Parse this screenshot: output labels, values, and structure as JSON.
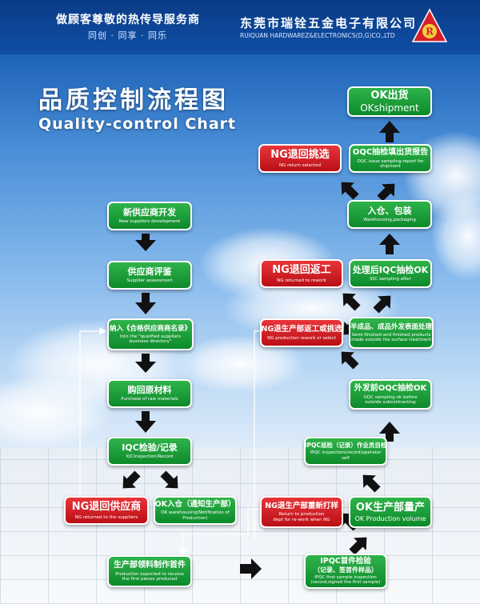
{
  "header": {
    "slogan_main": "做顾客尊敬的热传导服务商",
    "slogan_sub": "同创 · 同享 · 同乐",
    "company_cn": "东莞市瑞铨五金电子有限公司",
    "company_en": "RUIQUAN HARDWAREZ&ELECTRONICS(D,G)CO.,LTD",
    "logo_letter": "R",
    "logo_color": "#d9202a"
  },
  "title": {
    "cn": "品质控制流程图",
    "en": "Quality-control Chart"
  },
  "colors": {
    "ok_green": "#12962f",
    "ng_red": "#c8161d"
  },
  "nodes": {
    "new_supplier": {
      "cn": "新供应商开发",
      "en": "New suppliers development"
    },
    "supplier_assessment": {
      "cn": "供应商评鉴",
      "en": "Supplier assessment"
    },
    "qualified_list": {
      "cn": "纳入《合格供应商商名录》",
      "en": "Into the \"qualified suppliers\nbusiness directory\""
    },
    "purchase": {
      "cn": "购回原材料",
      "en": "Purchase of raw materials"
    },
    "iqc": {
      "cn": "IQC检验/记录",
      "en": "IQCInspection/Record"
    },
    "ng_return_supplier": {
      "cn": "NG退回供应商",
      "en": "NG returned to the suppliers"
    },
    "ok_warehouse": {
      "cn": "OK入仓（通知生产部）",
      "en": "OK warehousing(Notification of Production)"
    },
    "production_first": {
      "cn": "生产部领料制作首件",
      "en": "Production expected to receive\nthe first pieces produced"
    },
    "ipqc_first": {
      "cn": "IPQC首件检验",
      "cn2": "（记录、签首件样品）",
      "en": "IPQC first sample inspection\n(record,signed the first sample)"
    },
    "ng_reproof": {
      "cn": "NG退生产部重新打样",
      "en": "Return to production\ndept for re-work when NG"
    },
    "ok_mass": {
      "cn": "OK生产部量产",
      "en": "OK Production volume"
    },
    "ipqc_patrol": {
      "cn": "IPQC巡检（记录）作业员自检",
      "en": "IPQC inspection(record)operator self"
    },
    "pre_outsource_oqc": {
      "cn": "外发前OQC抽检OK",
      "en": "OQC sampling ok before\noutside subcontracting"
    },
    "ng_rework_select": {
      "cn": "NG退生产部返工或挑选",
      "en": "NG production rework or select"
    },
    "surface_outsource": {
      "cn": "半成品、成品外发表面处理",
      "en": "Semi-finished and finished products\nmade outside the surface treatment"
    },
    "ng_rework": {
      "cn": "NG退回返工",
      "en": "NG returned to rework"
    },
    "iqc_after": {
      "cn": "处理后IQC抽检OK",
      "en": "IQC sampling after"
    },
    "warehousing_packaging": {
      "cn": "入仓、包装",
      "en": "Warehousing,packaging"
    },
    "ng_return_select": {
      "cn": "NG退回挑选",
      "en": "NG return selected"
    },
    "oqc_report": {
      "cn": "OQC抽检填出货报告",
      "en": "OQC issue sampling report for shipment"
    },
    "ok_shipment": {
      "cn": "OK出货",
      "en": "OKshipment"
    }
  }
}
